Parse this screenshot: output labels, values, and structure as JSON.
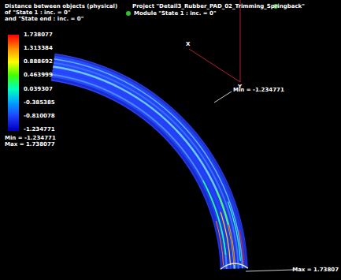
{
  "diagram": {
    "labels": [
      "Distance between objects (physical)",
      "of \"State 1 : inc. = 0\"",
      "and \"State end : inc. = 0\"",
      "Min = -1.234771",
      "Max = 1.738077",
      "Project \"Detail3_Rubber_PAD_02_Trimming_Springback\"",
      "Module \"State 1 : inc. = 0\"",
      "X",
      "Y",
      "Min = -1.234771",
      "Max = 1.73807"
    ],
    "legend": [
      {
        "text": "1.738077",
        "color": "#ff0000"
      },
      {
        "text": "1.313384",
        "color": "#ff8c00"
      },
      {
        "text": "0.888692",
        "color": "#ffff00"
      },
      {
        "text": "0.463999",
        "color": "#40ff00"
      },
      {
        "text": "0.039307",
        "color": "#00ffc0"
      },
      {
        "text": "-0.385385",
        "color": "#00a0ff"
      },
      {
        "text": "-0.810078",
        "color": "#2040ff"
      },
      {
        "text": "-1.234771",
        "color": "#0000c0"
      }
    ]
  }
}
